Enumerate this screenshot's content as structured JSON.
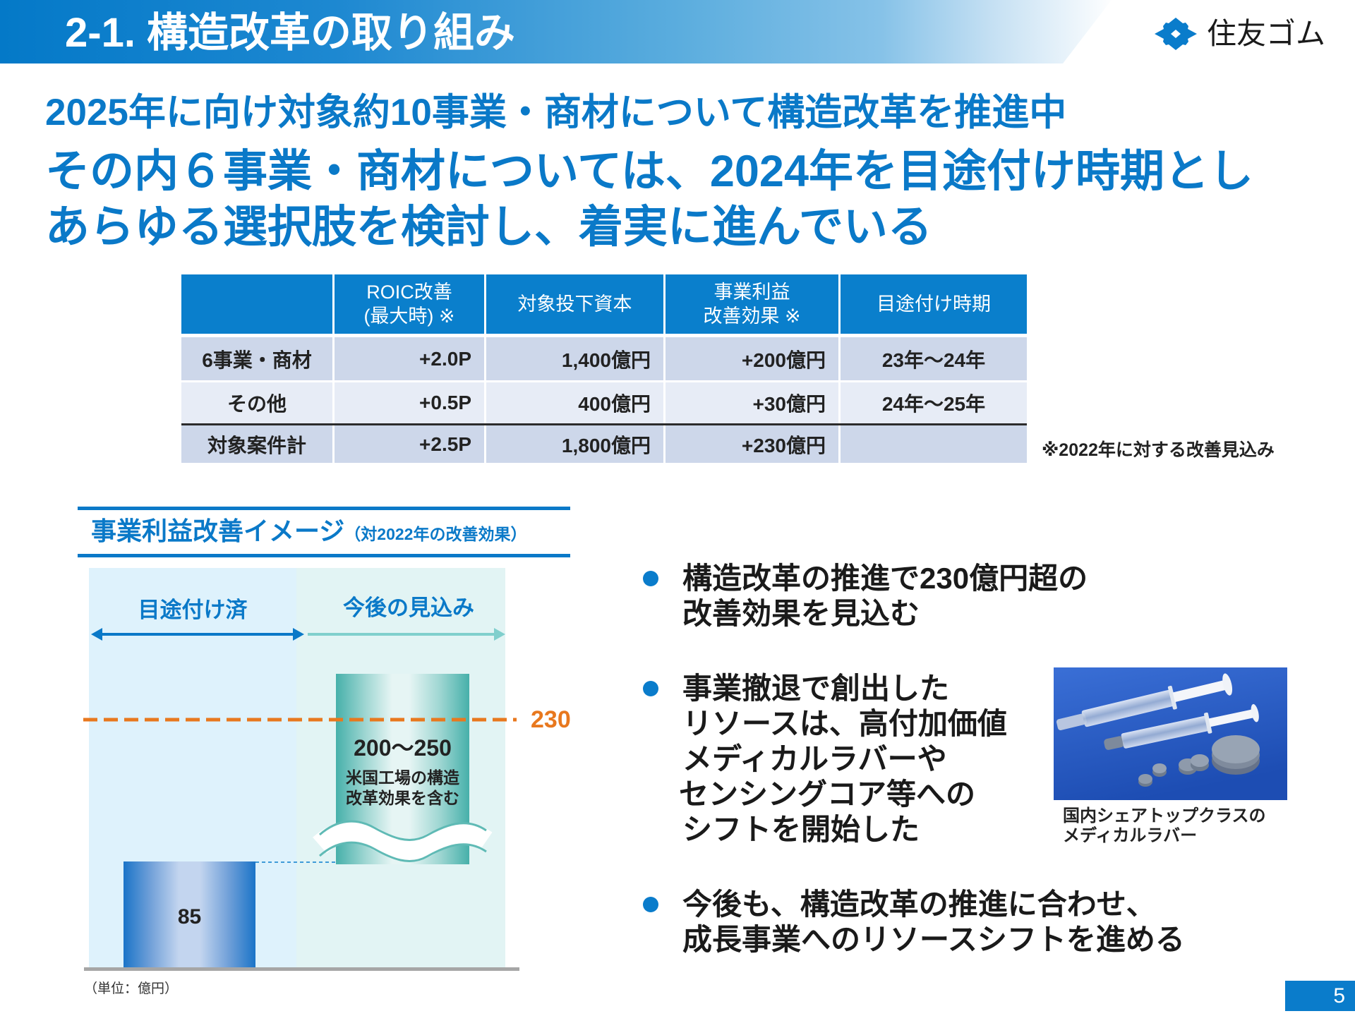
{
  "header": {
    "title": "2-1. 構造改革の取り組み"
  },
  "logo": {
    "icon": "igeta-diamond-icon",
    "text": "住友ゴム"
  },
  "headline": {
    "line1": "2025年に向け対象約10事業・商材について構造改革を推進中",
    "line2": "その内６事業・商材については、2024年を目途付け時期とし",
    "line3": "あらゆる選択肢を検討し、着実に進んでいる"
  },
  "table": {
    "header": [
      {
        "line1": "",
        "line2": ""
      },
      {
        "line1": "ROIC改善",
        "line2": "(最大時) ※"
      },
      {
        "line1": "対象投下資本",
        "line2": ""
      },
      {
        "line1": "事業利益",
        "line2": "改善効果 ※"
      },
      {
        "line1": "目途付け時期",
        "line2": ""
      }
    ],
    "rows": [
      [
        "6事業・商材",
        "+2.0P",
        "1,400億円",
        "+200億円",
        "23年～24年"
      ],
      [
        "その他",
        "+0.5P",
        "400億円",
        "+30億円",
        "24年～25年"
      ],
      [
        "対象案件計",
        "+2.5P",
        "1,800億円",
        "+230億円",
        ""
      ]
    ],
    "note": "※2022年に対する改善見込み"
  },
  "chart": {
    "title": "事業利益改善イメージ",
    "subtitle": "（対2022年の改善効果）",
    "section_left": "目途付け済",
    "section_right": "今後の見込み",
    "bar1_label": "85",
    "bar2_label": "200～250",
    "bar2_note_line1": "米国工場の構造",
    "bar2_note_line2": "改革効果を含む",
    "target_label": "230",
    "unit": "（単位：億円）"
  },
  "chart_data": {
    "type": "bar",
    "subtype": "waterfall (conceptual, broken axis)",
    "title": "事業利益改善イメージ（対2022年の改善効果）",
    "categories": [
      "目途付け済",
      "今後の見込み"
    ],
    "values": [
      85,
      225
    ],
    "value_labels": [
      "85",
      "200～250"
    ],
    "ranges": [
      [
        85,
        85
      ],
      [
        200,
        250
      ]
    ],
    "annotations": [
      "米国工場の構造改革効果を含む"
    ],
    "reference_lines": [
      {
        "value": 230,
        "label": "230",
        "style": "dashed",
        "color": "#e8781e"
      }
    ],
    "xlabel": "",
    "ylabel": "（単位：億円）",
    "grid": false,
    "legend": "none"
  },
  "bullets": [
    {
      "lines": [
        "構造改革の推進で230億円超の",
        "改善効果を見込む"
      ]
    },
    {
      "lines": [
        "事業撤退で創出した",
        "リソースは、高付加価値",
        "メディカルラバーや",
        "センシングコア等への",
        "シフトを開始した"
      ]
    },
    {
      "lines": [
        "今後も、構造改革の推進に合わせ、",
        "成長事業へのリソースシフトを進める"
      ]
    }
  ],
  "photo": {
    "image": "medical-rubber-syringes-photo",
    "caption_line1": "国内シェアトップクラスの",
    "caption_line2": "メディカルラバー"
  },
  "page_number": "5",
  "colors": {
    "brand_blue": "#0a79c8",
    "table_header": "#0a7fcc",
    "row_dark": "#cdd7ea",
    "row_light": "#e7ecf6",
    "accent_orange": "#e8781e",
    "teal": "#46b0aa",
    "chart_left_bg": "#def2fc",
    "chart_right_bg": "#e2f4f4"
  }
}
